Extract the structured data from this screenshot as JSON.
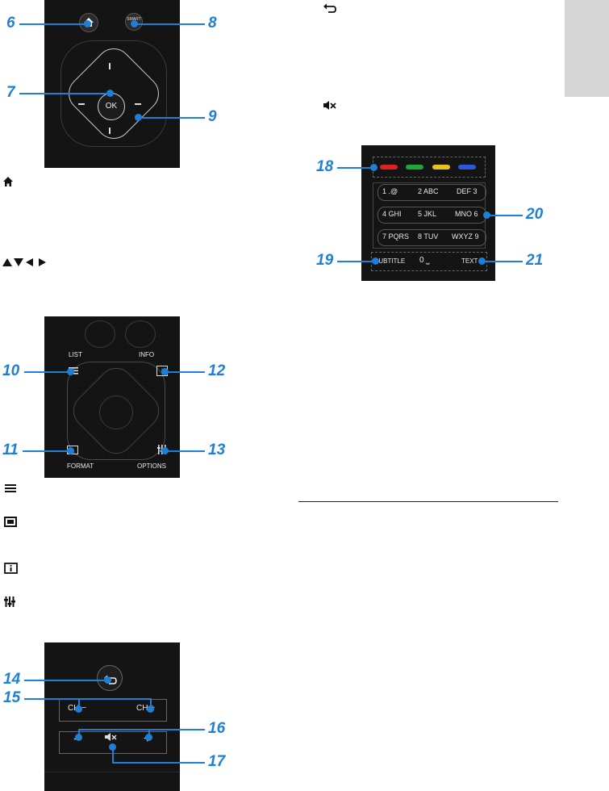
{
  "side_tab": {
    "color": "#d6d6d6"
  },
  "colors": {
    "callout": "#1e7fd6",
    "remote": "#141414",
    "red": "#e02020",
    "green": "#1fa83a",
    "yellow": "#e8c21a",
    "blue": "#2a58d8"
  },
  "panel1": {
    "callouts": [
      "6",
      "7",
      "8",
      "9"
    ],
    "keys": {
      "home": "home-icon",
      "smart": "SMART\nTV",
      "ok": "OK"
    }
  },
  "panel2": {
    "callouts": [
      "10",
      "11",
      "12",
      "13"
    ],
    "labels": {
      "list": "LIST",
      "info": "INFO",
      "format": "FORMAT",
      "options": "OPTIONS"
    }
  },
  "panel3": {
    "callouts": [
      "14",
      "15",
      "16",
      "17"
    ],
    "labels": {
      "ch_minus": "CH −",
      "ch_plus": "CH +",
      "minus": "−",
      "plus": "+"
    }
  },
  "panel4": {
    "callouts": [
      "18",
      "19",
      "20",
      "21"
    ],
    "keys": [
      "1 .@",
      "2 ABC",
      "DEF 3",
      "4 GHI",
      "5 JKL",
      "MNO 6",
      "7 PQRS",
      "8 TUV",
      "WXYZ 9",
      "0 ⎵"
    ],
    "labels": {
      "subtitle": "SUBTITLE",
      "text": "TEXT"
    }
  },
  "icons": [
    "home-icon",
    "arrows-icon",
    "list-icon",
    "format-icon",
    "info-icon",
    "options-icon",
    "back-icon",
    "mute-icon"
  ],
  "glyphs": {
    "home": "⌂",
    "arrows": "▲▼◀ ▶",
    "list": "≡",
    "back": "↩",
    "mute": "🔇"
  }
}
